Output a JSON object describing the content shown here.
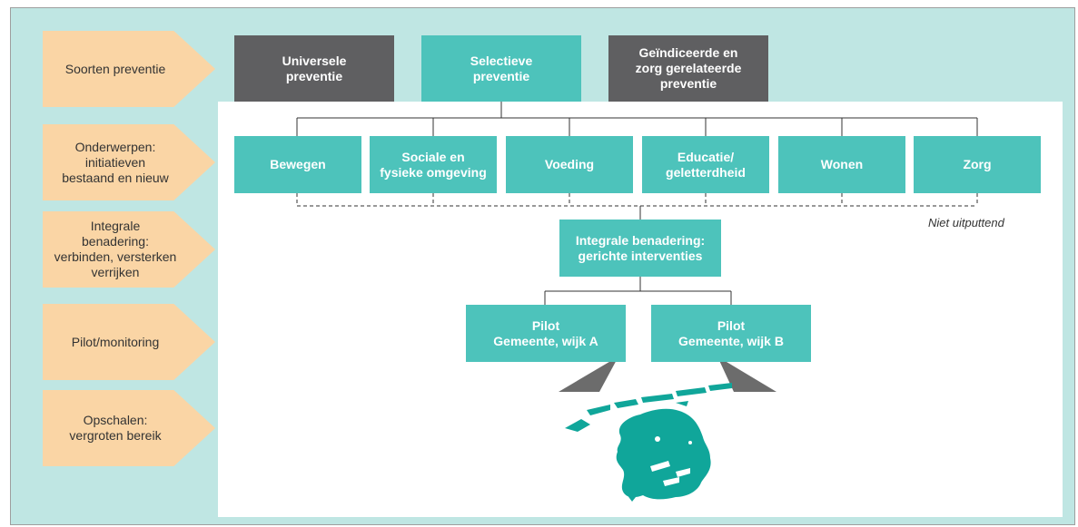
{
  "colors": {
    "background": "#bfe6e3",
    "panel": "#ffffff",
    "step": "#fad5a5",
    "dark_box": "#5f5f61",
    "teal_box": "#4dc3bb",
    "island": "#10a69a",
    "pointer": "#6c6c6c"
  },
  "steps": [
    "Soorten preventie",
    "Onderwerpen:\ninitiatieven\nbestaand en nieuw",
    "Integrale\nbenadering:\nverbinden, versterken\nverrijken",
    "Pilot/monitoring",
    "Opschalen:\nvergroten bereik"
  ],
  "prevention_types": [
    "Universele\npreventie",
    "Selectieve\npreventie",
    "Geïndiceerde en\nzorg gerelateerde\npreventie"
  ],
  "topics": [
    "Bewegen",
    "Sociale en\nfysieke omgeving",
    "Voeding",
    "Educatie/\ngeletterdheid",
    "Wonen",
    "Zorg"
  ],
  "topics_note": "Niet uitputtend",
  "integral": "Integrale benadering:\ngerichte interventies",
  "pilots": [
    "Pilot\nGemeente, wijk A",
    "Pilot\nGemeente, wijk B"
  ],
  "map": {
    "icon": "island-map-icon"
  }
}
